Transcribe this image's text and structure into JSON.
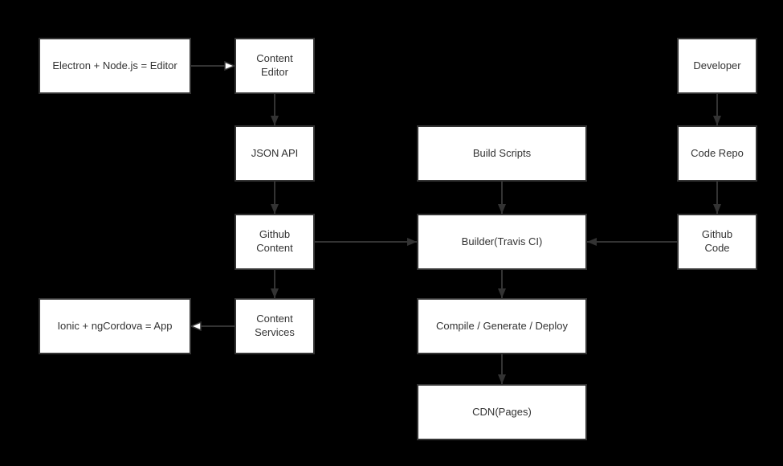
{
  "diagram": {
    "type": "flowchart",
    "colors": {
      "background": "#000000",
      "node_fill": "#ffffff",
      "stroke": "#333333",
      "text": "#333333"
    },
    "nodes": {
      "electron_editor": {
        "label": "Electron + Node.js = Editor"
      },
      "content_editor": {
        "label": "Content\nEditor"
      },
      "json_api": {
        "label": "JSON API"
      },
      "github_content": {
        "label": "Github\nContent"
      },
      "content_services": {
        "label": "Content\nServices"
      },
      "ionic_app": {
        "label": "Ionic + ngCordova = App"
      },
      "build_scripts": {
        "label": "Build Scripts"
      },
      "builder": {
        "label": "Builder(Travis CI)"
      },
      "compile": {
        "label": "Compile / Generate / Deploy"
      },
      "cdn": {
        "label": "CDN(Pages)"
      },
      "developer": {
        "label": "Developer"
      },
      "code_repo": {
        "label": "Code Repo"
      },
      "github_code": {
        "label": "Github\nCode"
      }
    },
    "edges": [
      {
        "from": "electron_editor",
        "to": "content_editor",
        "head": "open"
      },
      {
        "from": "content_editor",
        "to": "json_api",
        "head": "solid"
      },
      {
        "from": "json_api",
        "to": "github_content",
        "head": "solid"
      },
      {
        "from": "github_content",
        "to": "content_services",
        "head": "solid"
      },
      {
        "from": "content_services",
        "to": "ionic_app",
        "head": "open"
      },
      {
        "from": "github_content",
        "to": "builder",
        "head": "solid"
      },
      {
        "from": "build_scripts",
        "to": "builder",
        "head": "solid"
      },
      {
        "from": "builder",
        "to": "compile",
        "head": "solid"
      },
      {
        "from": "compile",
        "to": "cdn",
        "head": "solid"
      },
      {
        "from": "developer",
        "to": "code_repo",
        "head": "solid"
      },
      {
        "from": "code_repo",
        "to": "github_code",
        "head": "solid"
      },
      {
        "from": "github_code",
        "to": "builder",
        "head": "solid"
      }
    ]
  }
}
